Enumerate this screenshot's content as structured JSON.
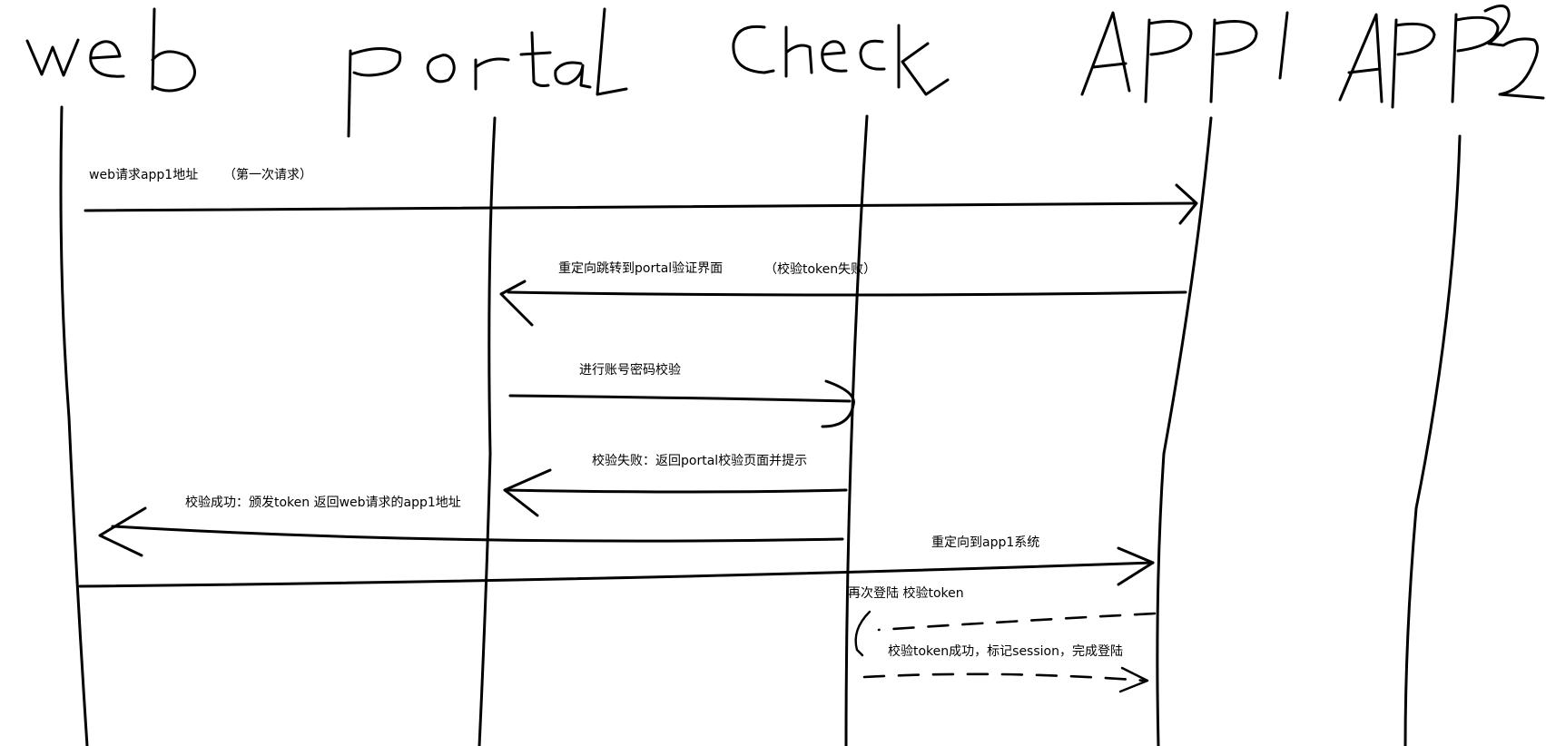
{
  "participants": {
    "web": "web",
    "portal": "portal",
    "check": "check",
    "app1": "APP1",
    "app2": "APP2"
  },
  "messages": {
    "m1_main": "web请求app1地址",
    "m1_note": "（第一次请求）",
    "m2_main": "重定向跳转到portal验证界面",
    "m2_note": "（校验token失败）",
    "m3": "进行账号密码校验",
    "m4": "校验失败：返回portal校验页面并提示",
    "m5": "校验成功：颁发token 返回web请求的app1地址",
    "m6": "重定向到app1系统",
    "m7": "再次登陆 校验token",
    "m8": "校验token成功，标记session，完成登陆"
  }
}
